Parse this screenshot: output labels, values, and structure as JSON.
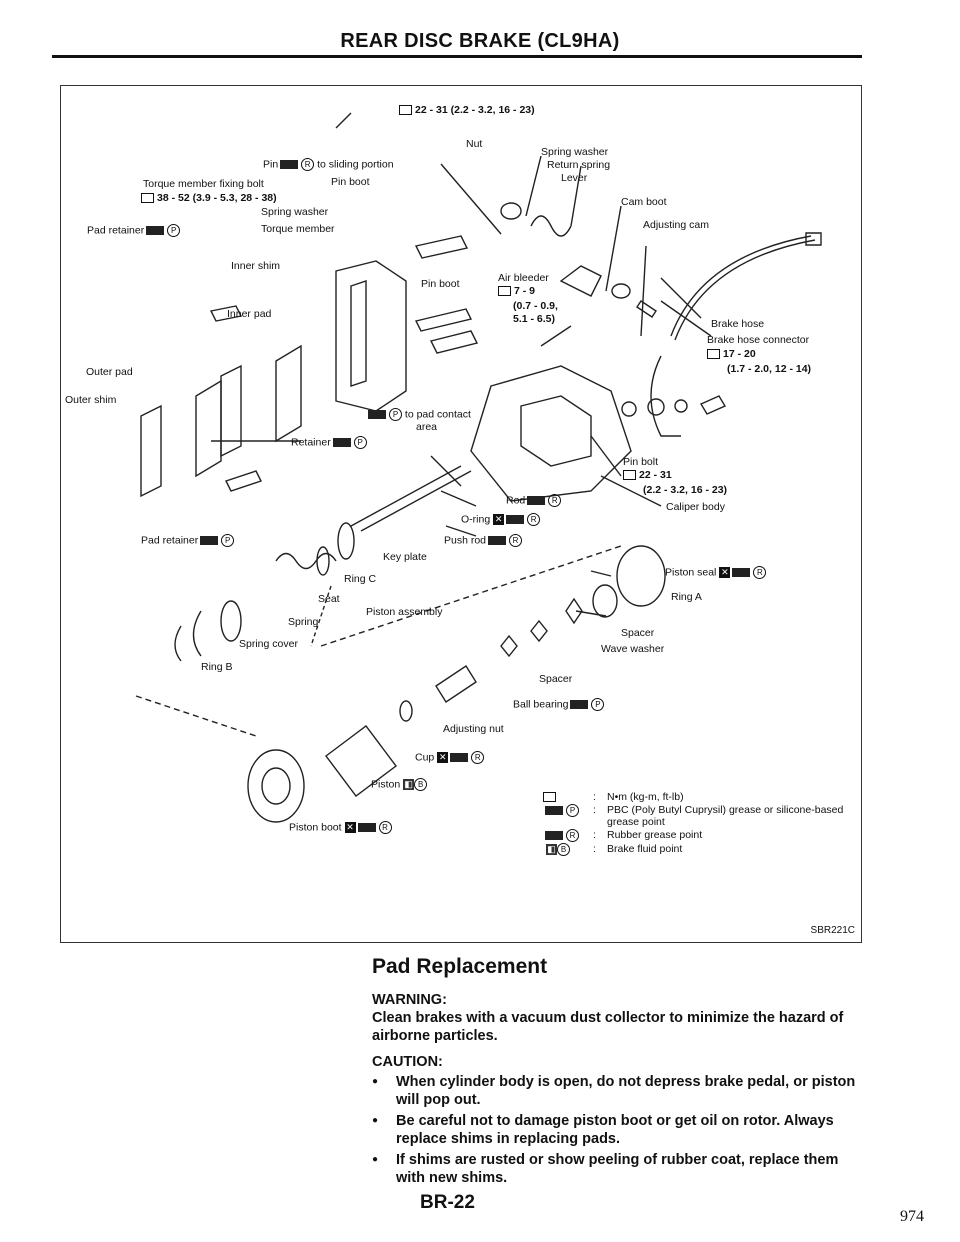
{
  "header": {
    "title": "REAR DISC BRAKE (CL9HA)"
  },
  "figure": {
    "id": "SBR221C",
    "labels": {
      "top_torque": "22 - 31 (2.2 - 3.2, 16 - 23)",
      "nut": "Nut",
      "spring_washer_top": "Spring washer",
      "return_spring": "Return spring",
      "lever": "Lever",
      "cam_boot": "Cam boot",
      "adjusting_cam": "Adjusting cam",
      "pin_sliding_a": "Pin",
      "pin_sliding_b": "to sliding portion",
      "torque_member_bolt": "Torque member fixing bolt",
      "torque_member_bolt_spec": "38 - 52 (3.9 - 5.3, 28 - 38)",
      "pin_boot_top": "Pin boot",
      "spring_washer": "Spring washer",
      "torque_member": "Torque member",
      "pad_retainer_top": "Pad retainer",
      "inner_shim": "Inner shim",
      "inner_pad": "Inner pad",
      "pin_boot_mid": "Pin boot",
      "air_bleeder": "Air bleeder",
      "air_bleeder_spec1": "7 - 9",
      "air_bleeder_spec2": "(0.7 - 0.9,",
      "air_bleeder_spec3": "5.1 - 6.5)",
      "brake_hose": "Brake hose",
      "brake_hose_connector": "Brake hose connector",
      "brake_hose_connector_spec1": "17 - 20",
      "brake_hose_connector_spec2": "(1.7 - 2.0, 12 - 14)",
      "outer_pad": "Outer pad",
      "outer_shim": "Outer shim",
      "to_pad_contact": "to pad contact",
      "area": "area",
      "retainer": "Retainer",
      "pin_bolt": "Pin bolt",
      "pin_bolt_spec1": "22 - 31",
      "pin_bolt_spec2": "(2.2 - 3.2, 16 - 23)",
      "caliper_body": "Caliper body",
      "rod": "Rod",
      "o_ring": "O-ring",
      "pad_retainer_bottom": "Pad retainer",
      "push_rod": "Push rod",
      "key_plate": "Key plate",
      "ring_c": "Ring C",
      "seat": "Seat",
      "spring": "Spring",
      "piston_assembly": "Piston assembly",
      "piston_seal": "Piston seal",
      "ring_a": "Ring A",
      "spring_cover": "Spring cover",
      "spacer_1": "Spacer",
      "wave_washer": "Wave washer",
      "ring_b": "Ring B",
      "spacer_2": "Spacer",
      "ball_bearing": "Ball bearing",
      "adjusting_nut": "Adjusting nut",
      "cup": "Cup",
      "piston": "Piston",
      "piston_boot": "Piston boot"
    },
    "legend": [
      {
        "symbol": "torque",
        "text": "N•m (kg-m, ft-lb)"
      },
      {
        "symbol": "P",
        "text": "PBC (Poly Butyl Cuprysil) grease or silicone-based grease point"
      },
      {
        "symbol": "R",
        "text": "Rubber grease point"
      },
      {
        "symbol": "B",
        "text": "Brake fluid point"
      }
    ]
  },
  "section": {
    "title": "Pad Replacement",
    "warning_label": "WARNING:",
    "warning_text": "Clean brakes with a vacuum dust collector to minimize the hazard of airborne particles.",
    "caution_label": "CAUTION:",
    "bullets": [
      "When cylinder body is open, do not depress brake pedal, or piston will pop out.",
      "Be careful not to damage piston boot or get oil on rotor. Always replace shims in replacing pads.",
      "If shims are rusted or show peeling of rubber coat, replace them with new shims."
    ]
  },
  "footer": {
    "page_code": "BR-22",
    "page_number": "974"
  }
}
